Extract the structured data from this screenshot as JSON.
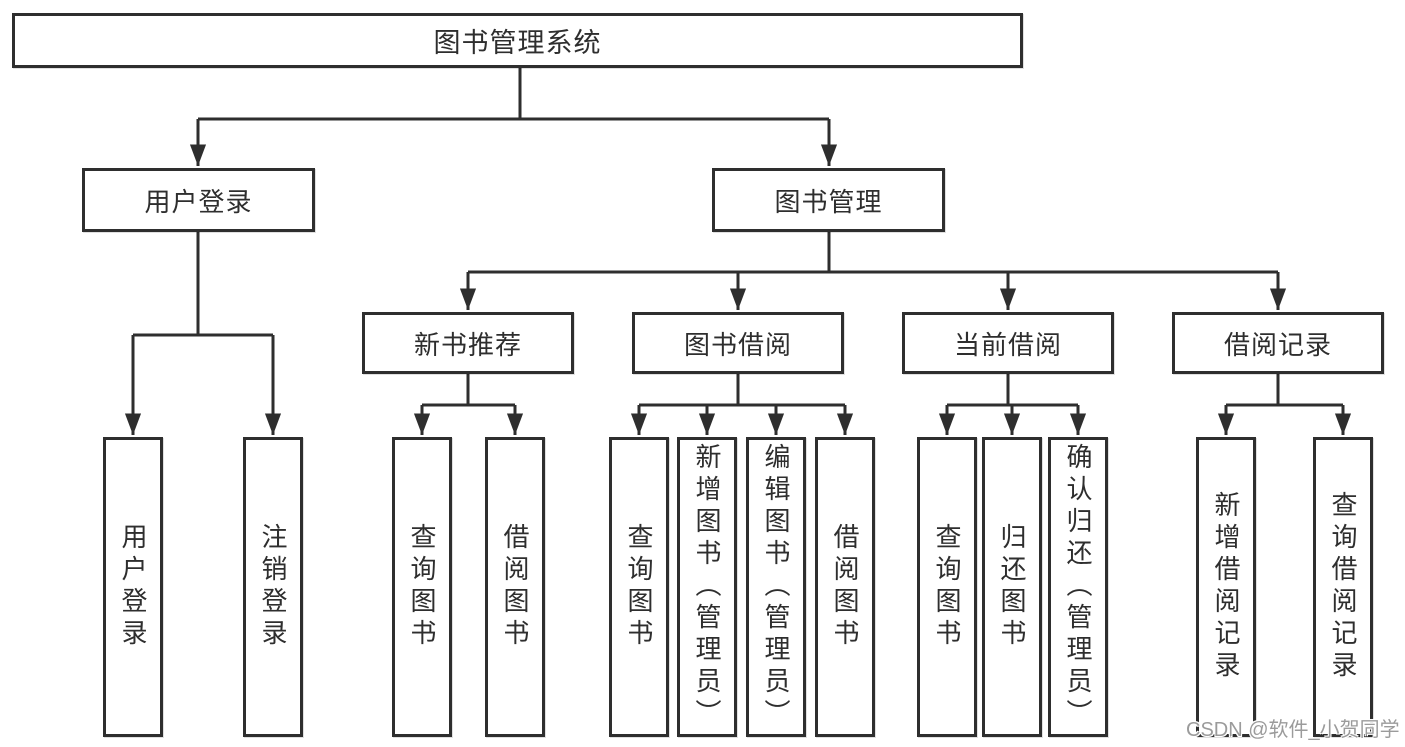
{
  "tree": {
    "root": {
      "label": "图书管理系统",
      "children": [
        {
          "label": "用户登录",
          "children": [
            {
              "label": "用户登录"
            },
            {
              "label": "注销登录"
            }
          ]
        },
        {
          "label": "图书管理",
          "children": [
            {
              "label": "新书推荐",
              "children": [
                {
                  "label": "查询图书"
                },
                {
                  "label": "借阅图书"
                }
              ]
            },
            {
              "label": "图书借阅",
              "children": [
                {
                  "label": "查询图书"
                },
                {
                  "label": "新增图书（管理员）"
                },
                {
                  "label": "编辑图书（管理员）"
                },
                {
                  "label": "借阅图书"
                }
              ]
            },
            {
              "label": "当前借阅",
              "children": [
                {
                  "label": "查询图书"
                },
                {
                  "label": "归还图书"
                },
                {
                  "label": "确认归还（管理员）"
                }
              ]
            },
            {
              "label": "借阅记录",
              "children": [
                {
                  "label": "新增借阅记录"
                },
                {
                  "label": "查询借阅记录"
                }
              ]
            }
          ]
        }
      ]
    }
  },
  "watermark": {
    "text": "CSDN @软件_小贺同学"
  },
  "colors": {
    "line": "#2e2e2e",
    "box_border": "#2e2e2e",
    "box_fill": "#ffffff",
    "text": "#2e2e2e",
    "watermark": "#9b9b9b",
    "background": "#ffffff"
  }
}
